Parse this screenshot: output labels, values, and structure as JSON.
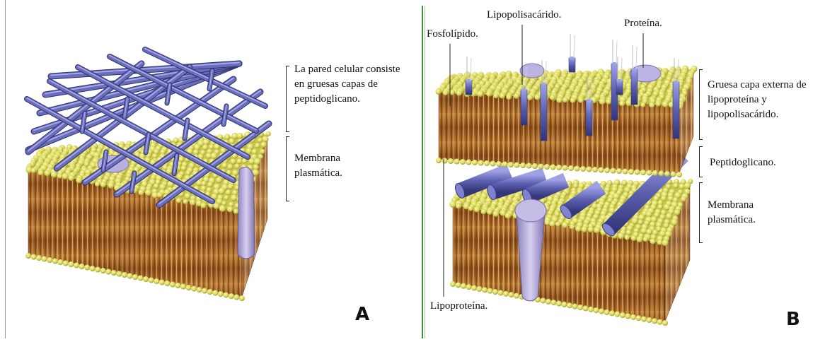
{
  "panel_a": {
    "letter": "A",
    "labels": {
      "wall": "La pared celular consiste en gruesas capas de peptidoglicano.",
      "membrane": "Membrana plasmática."
    }
  },
  "panel_b": {
    "letter": "B",
    "labels": {
      "phospholipid": "Fosfolípido.",
      "lps": "Lipopolisacárido.",
      "protein": "Proteína.",
      "outer_layer": "Gruesa capa externa de lipoproteína y lipopolisacárido.",
      "peptidoglycan": "Peptidoglicano.",
      "membrane": "Membrana plasmática.",
      "lipoprotein": "Lipoproteína."
    }
  },
  "colors": {
    "lipid_head": "#e2e068",
    "lipid_tail": "#9a5a24",
    "peptidoglycan_rod": "#6a6db8",
    "protein": "#b3a7d8",
    "divider": "#3f8f3f"
  }
}
